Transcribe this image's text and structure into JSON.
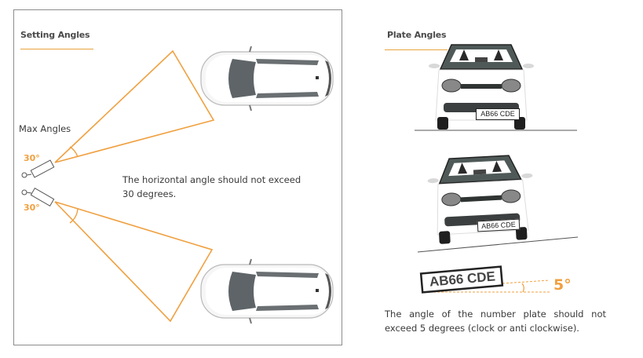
{
  "left_panel": {
    "title": "Setting Angles",
    "max_angles_label": "Max Angles",
    "angle_top": "30°",
    "angle_bottom": "30°",
    "description_line1": "The horizontal angle should not exceed",
    "description_line2": "30 degrees."
  },
  "right_panel": {
    "title": "Plate Angles",
    "plate_text_top": "AB66 CDE",
    "plate_text_middle": "AB66 CDE",
    "plate_text_tilted": "AB66 CDE",
    "tilt_angle": "5°",
    "description": "The angle of the number plate should not exceed 5 degrees (clock or anti clockwise)."
  },
  "colors": {
    "accent": "#f0a040",
    "border": "#8c8c8c",
    "text": "#3a3a3a"
  }
}
